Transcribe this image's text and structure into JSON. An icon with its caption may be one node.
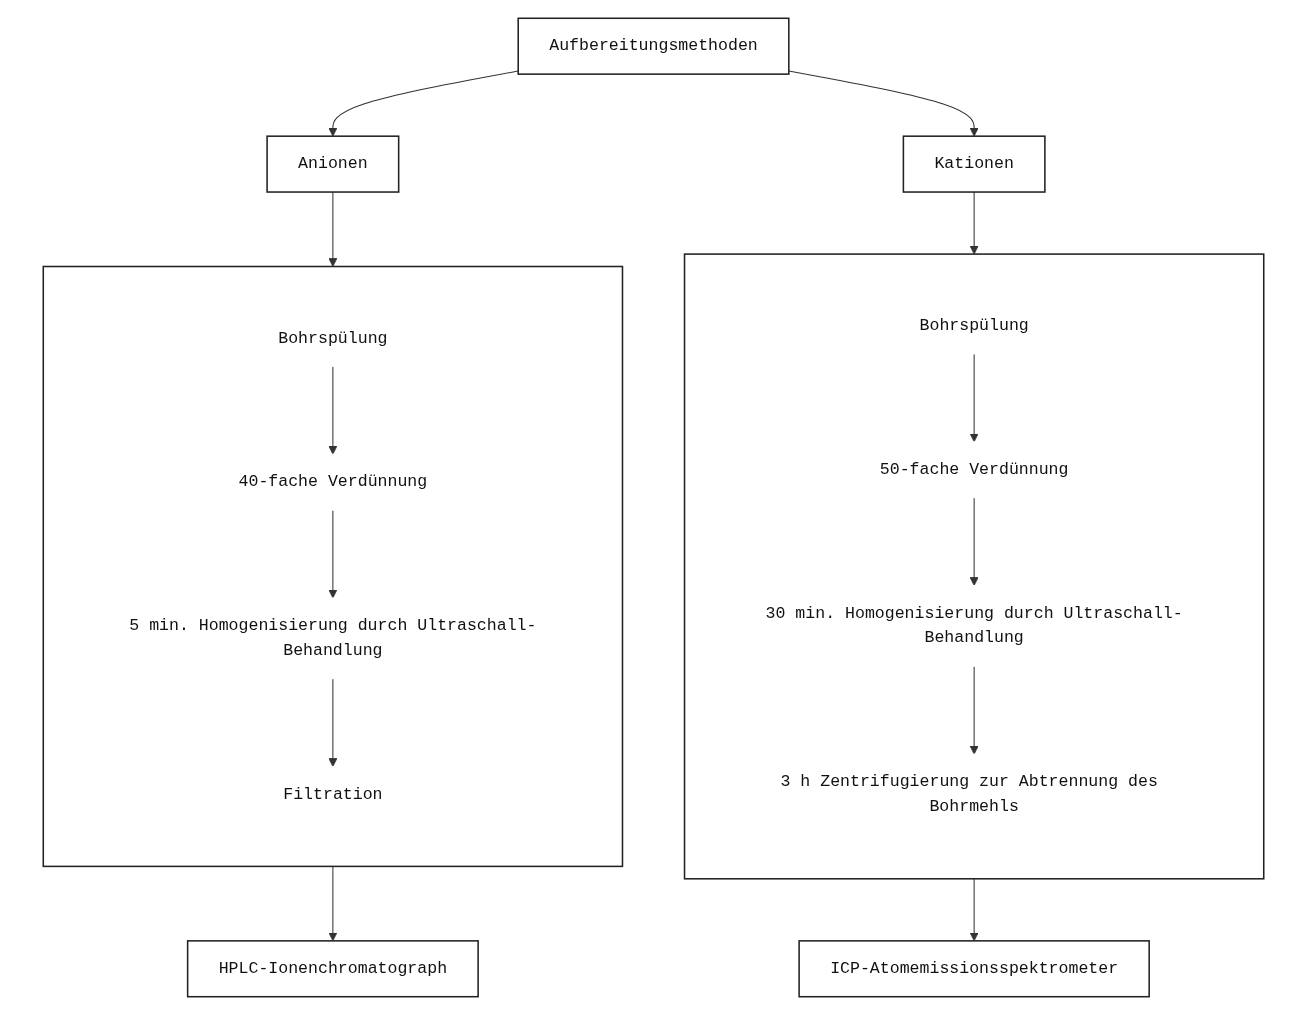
{
  "diagram": {
    "nodes": [
      {
        "text": [
          "Aufbereitungsmethoden"
        ]
      },
      {
        "text": [
          "Anionen"
        ]
      },
      {
        "text": [
          "Kationen"
        ]
      },
      {
        "text": [],
        "shape": "box"
      },
      {
        "text": [
          "Bohrspülung"
        ],
        "in": 3
      },
      {
        "text": [
          "40-fache Verdünnung"
        ],
        "in": 3
      },
      {
        "text": [
          "5 min. Homogenisierung durch Ultraschall-Behandlung"
        ],
        "in": 3
      },
      {
        "text": [
          "Filtration"
        ],
        "in": 3
      },
      {
        "text": [],
        "shape": "box"
      },
      {
        "text": [
          "Bohrspülung"
        ],
        "in": 8
      },
      {
        "text": [
          "50-fache Verdünnung"
        ],
        "in": 8
      },
      {
        "text": [
          "30 min. Homogenisierung durch Ultraschall-Behandlung"
        ],
        "in": 8
      },
      {
        "text": [
          "3 h Zentrifugierung zur Abtrennung des Bohrmehls"
        ],
        "in": 8
      },
      {
        "text": [
          "HPLC-Ionenchromatograph"
        ]
      },
      {
        "text": [
          "ICP-Atomemissionsspektrometer"
        ]
      }
    ],
    "edges": [
      {
        "from": 0,
        "to": 1,
        "arrow": "to"
      },
      {
        "from": 0,
        "to": 2,
        "arrow": "to"
      },
      {
        "from": 1,
        "to": 3,
        "arrow": "to"
      },
      {
        "from": 2,
        "to": 8,
        "arrow": "to"
      },
      {
        "from": 4,
        "to": 5,
        "arrow": "to"
      },
      {
        "from": 5,
        "to": 6,
        "arrow": "to"
      },
      {
        "from": 6,
        "to": 7,
        "arrow": "to"
      },
      {
        "from": 9,
        "to": 10,
        "arrow": "to"
      },
      {
        "from": 10,
        "to": 11,
        "arrow": "to"
      },
      {
        "from": 11,
        "to": 12,
        "arrow": "to"
      },
      {
        "from": 3,
        "to": 13,
        "arrow": "to"
      },
      {
        "from": 8,
        "to": 14,
        "arrow": "to"
      }
    ]
  }
}
